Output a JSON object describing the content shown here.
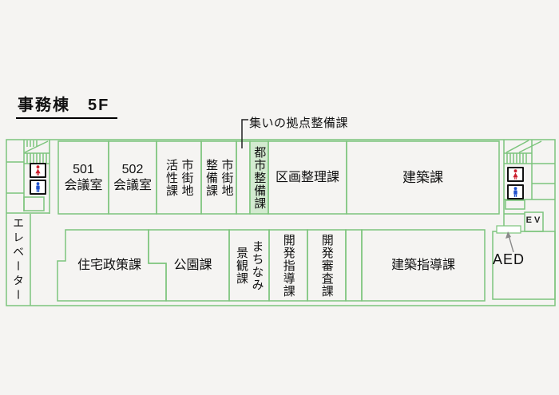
{
  "title": "事務棟　5F",
  "annotation": {
    "label": "集いの拠点整備課"
  },
  "rooms": {
    "meeting_501": {
      "number": "501",
      "name": "会議室"
    },
    "meeting_502": {
      "number": "502",
      "name": "会議室"
    },
    "shigaichi_kassei": "市街地活性課",
    "shigaichi_seibi": "市街地整備課",
    "toshi_seibi": "都市整備課",
    "kukaku_seiri": "区画整理課",
    "kenchiku": "建築課",
    "jutaku_seisaku": "住宅政策課",
    "kouen": "公園課",
    "machinami_keikan": "まちなみ景観課",
    "kaihatsu_shidou": "開発指導課",
    "kaihatsu_shinsa": "開発審査課",
    "kenchiku_shidou": "建築指導課"
  },
  "facilities": {
    "elevator": "エレベーター",
    "elevator_short": "EV",
    "aed": "AED"
  },
  "colors": {
    "wall": "#7cc47c",
    "highlight_fill": "#d3ead0",
    "female_icon": "#cc1f2e",
    "male_icon": "#1f50cc"
  }
}
